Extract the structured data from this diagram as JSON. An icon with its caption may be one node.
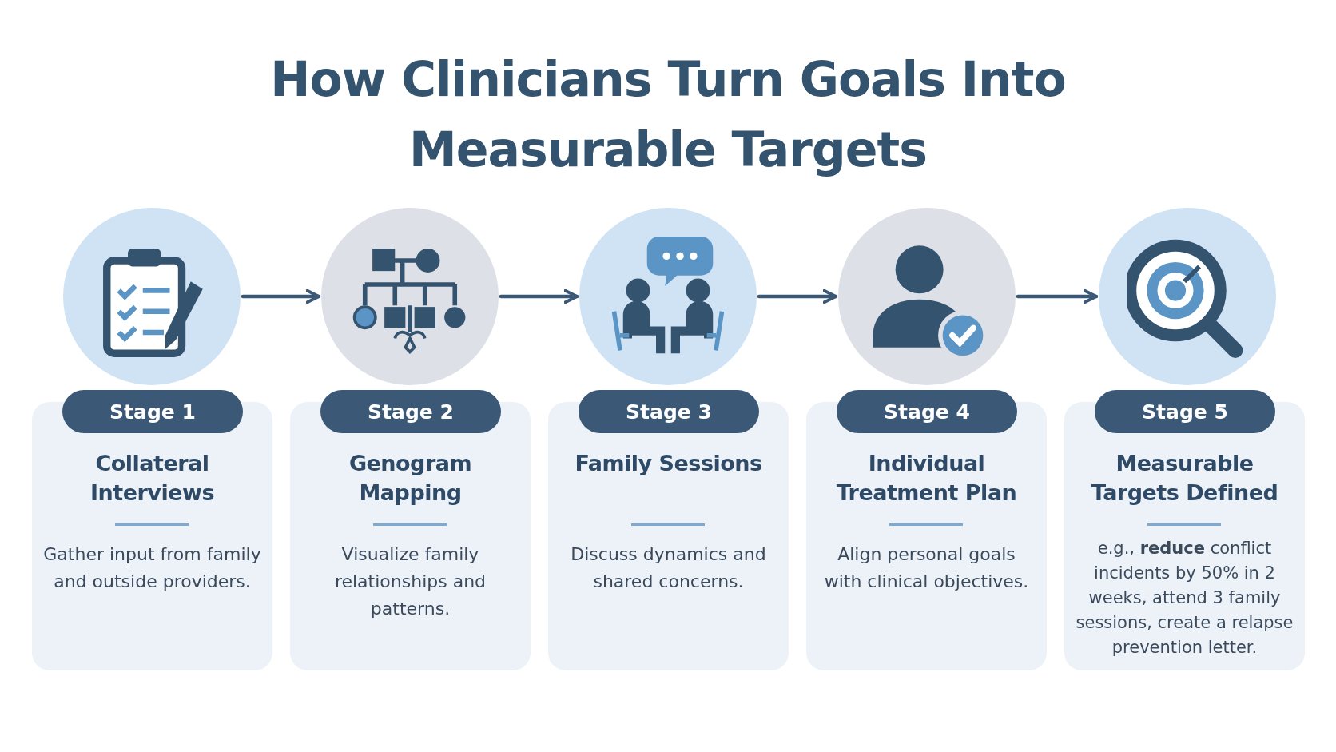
{
  "diagram": {
    "title": "How Clinicians Turn Goals Into Measurable Targets",
    "nodes": [
      {
        "text": [],
        "shape": "picture"
      },
      {
        "text": [],
        "shape": "picture"
      },
      {
        "text": [],
        "shape": "picture"
      },
      {
        "text": [],
        "shape": "picture"
      },
      {
        "text": [],
        "shape": "picture"
      },
      {
        "text": [
          "Stage 1",
          "Collateral Interviews",
          "Gather input from family and outside providers."
        ]
      },
      {
        "text": [
          "Stage 2",
          "Genogram Mapping",
          "Visualize family relationships and patterns."
        ]
      },
      {
        "text": [
          "Stage 3",
          "Family Sessions",
          "Discuss dynamics and shared concerns."
        ]
      },
      {
        "text": [
          "Stage 4",
          "Individual Treatment Plan",
          "Align personal goals with clinical objectives."
        ]
      },
      {
        "text": [
          "Stage 5",
          "Measurable Targets Defined",
          "e.g., **reduce** conflict incidents by 50% in 2 weeks, attend 3 family sessions, create a relapse prevention letter."
        ]
      }
    ],
    "edges": [
      {
        "from": 0,
        "to": 1,
        "arrow": "to"
      },
      {
        "from": 1,
        "to": 2,
        "arrow": "to"
      },
      {
        "from": 2,
        "to": 3,
        "arrow": "to"
      },
      {
        "from": 3,
        "to": 4,
        "arrow": "to"
      }
    ]
  }
}
